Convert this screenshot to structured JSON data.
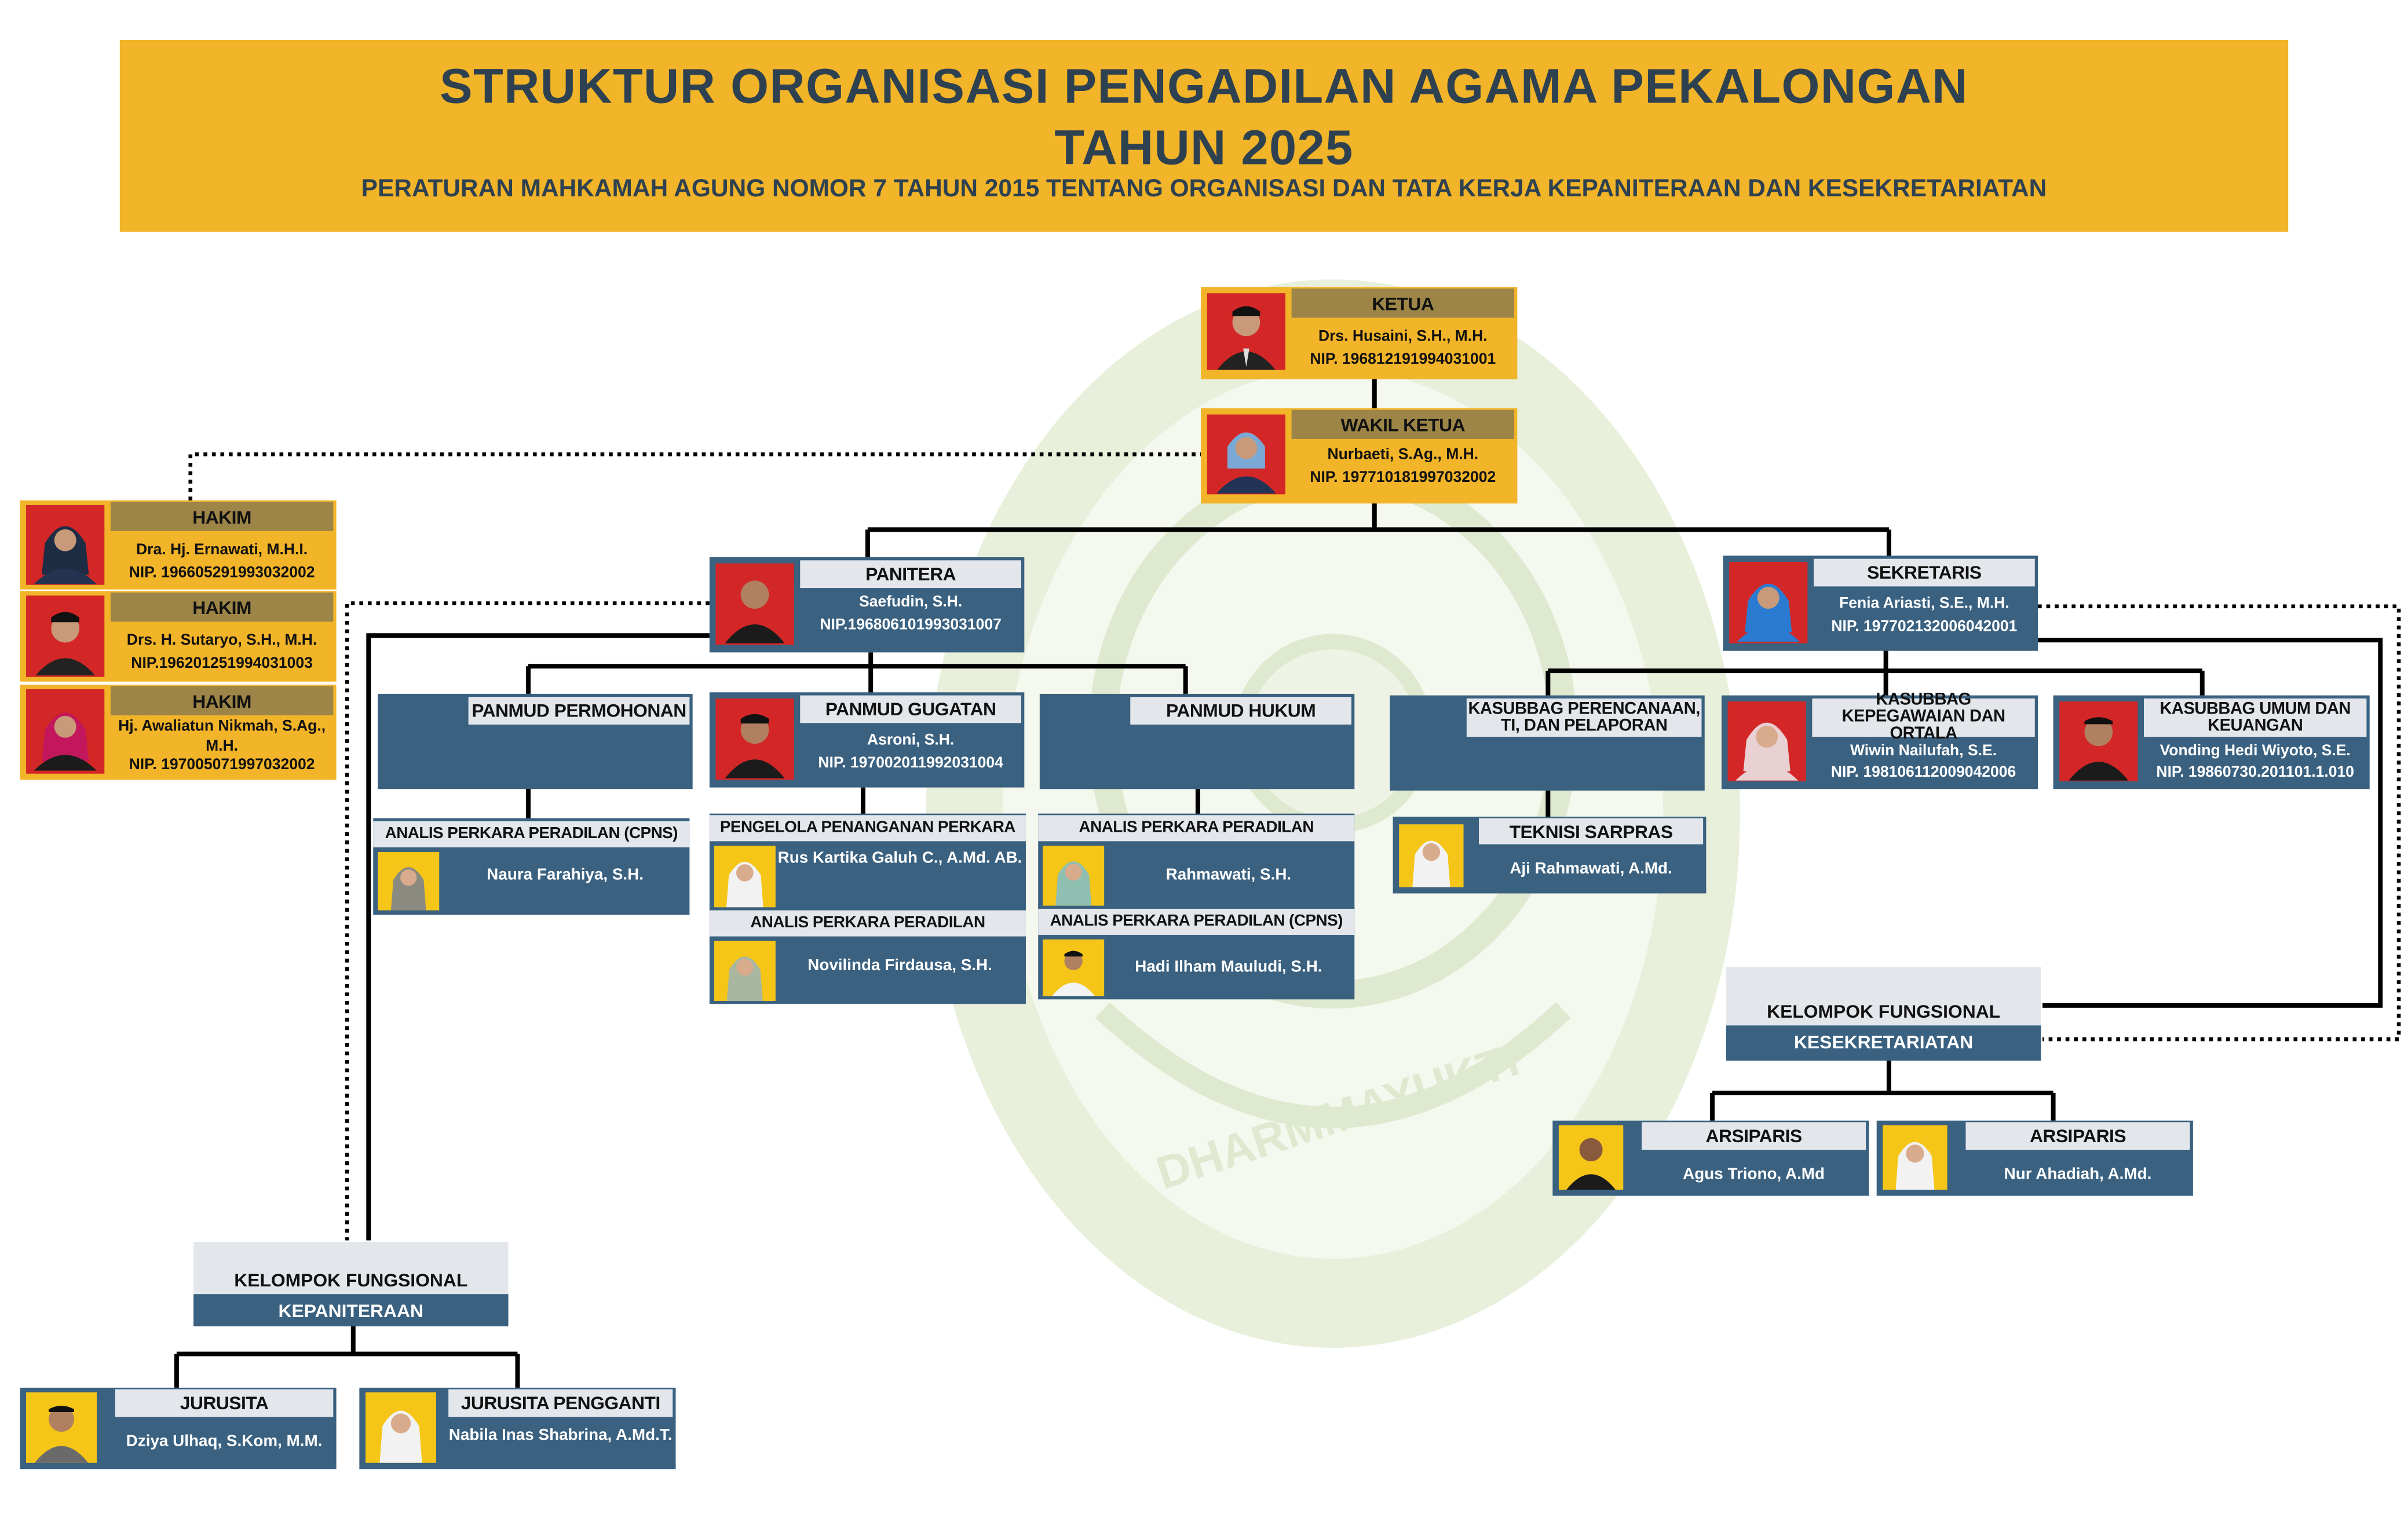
{
  "header": {
    "title_line1": "STRUKTUR ORGANISASI PENGADILAN AGAMA PEKALONGAN",
    "title_line2": "TAHUN 2025",
    "subtitle": "PERATURAN MAHKAMAH AGUNG NOMOR 7 TAHUN 2015 TENTANG ORGANISASI DAN TATA KERJA KEPANITERAAN DAN KESEKRETARIATAN"
  },
  "watermark": {
    "motto": "DHARMMAYUKTI"
  },
  "colors": {
    "header_bg": "#f2b428",
    "box_blue": "#3a6180",
    "label_bar": "#e3e7ec",
    "hakim_bar": "#9c8547",
    "seal_green": "#dfe9d0",
    "title_text": "#2e4150"
  },
  "people": {
    "ketua": {
      "role": "KETUA",
      "name": "Drs. Husaini, S.H., M.H.",
      "nip": "NIP. 196812191994031001"
    },
    "wakil": {
      "role": "WAKIL KETUA",
      "name": "Nurbaeti, S.Ag., M.H.",
      "nip": "NIP. 197710181997032002"
    },
    "hakim1": {
      "role": "HAKIM",
      "name": "Dra. Hj. Ernawati, M.H.I.",
      "nip": "NIP. 196605291993032002"
    },
    "hakim2": {
      "role": "HAKIM",
      "name": "Drs. H. Sutaryo, S.H., M.H.",
      "nip": "NIP.196201251994031003"
    },
    "hakim3": {
      "role": "HAKIM",
      "name": "Hj. Awaliatun Nikmah, S.Ag., M.H.",
      "nip": "NIP. 197005071997032002"
    },
    "panitera": {
      "role": "PANITERA",
      "name": "Saefudin, S.H.",
      "nip": "NIP.196806101993031007"
    },
    "sekretaris": {
      "role": "SEKRETARIS",
      "name": "Fenia Ariasti, S.E., M.H.",
      "nip": "NIP. 197702132006042001"
    },
    "panmud_permohonan": {
      "role": "PANMUD PERMOHONAN"
    },
    "panmud_gugatan": {
      "role": "PANMUD GUGATAN",
      "name": "Asroni, S.H.",
      "nip": "NIP. 197002011992031004"
    },
    "panmud_hukum": {
      "role": "PANMUD HUKUM"
    },
    "kasubbag_ptip": {
      "role": "KASUBBAG PERENCANAAN, TI, DAN PELAPORAN"
    },
    "kasubbag_kepeg": {
      "role": "KASUBBAG KEPEGAWAIAN DAN ORTALA",
      "name": "Wiwin Nailufah, S.E.",
      "nip": "NIP. 198106112009042006"
    },
    "kasubbag_umum": {
      "role": "KASUBBAG UMUM DAN KEUANGAN",
      "name": "Vonding Hedi Wiyoto, S.E.",
      "nip": "NIP. 19860730.201101.1.010"
    },
    "analis_cpns_perm": {
      "role": "ANALIS PERKARA PERADILAN (CPNS)",
      "name": "Naura Farahiya, S.H."
    },
    "pengelola": {
      "role": "PENGELOLA PENANGANAN PERKARA",
      "name": "Rus Kartika Galuh C., A.Md. AB."
    },
    "analis_gugatan": {
      "role": "ANALIS PERKARA PERADILAN",
      "name": "Novilinda Firdausa, S.H."
    },
    "analis_hukum": {
      "role": "ANALIS PERKARA PERADILAN",
      "name": "Rahmawati, S.H."
    },
    "analis_cpns_hukum": {
      "role": "ANALIS PERKARA PERADILAN  (CPNS)",
      "name": "Hadi Ilham Mauludi, S.H."
    },
    "teknisi": {
      "role": "TEKNISI SARPRAS",
      "name": "Aji Rahmawati, A.Md."
    },
    "arsiparis1": {
      "role": "ARSIPARIS",
      "name": "Agus Triono, A.Md"
    },
    "arsiparis2": {
      "role": "ARSIPARIS",
      "name": "Nur Ahadiah, A.Md."
    },
    "jurusita": {
      "role": "JURUSITA",
      "name": "Dziya Ulhaq, S.Kom, M.M."
    },
    "jurusita_pengganti": {
      "role": "JURUSITA PENGGANTI",
      "name": "Nabila Inas Shabrina, A.Md.T."
    }
  },
  "groups": {
    "fungsional_sekretariat": {
      "line1": "KELOMPOK FUNGSIONAL",
      "line2": "KESEKRETARIATAN"
    },
    "fungsional_kepaniteraan": {
      "line1": "KELOMPOK FUNGSIONAL",
      "line2": "KEPANITERAAN"
    }
  }
}
